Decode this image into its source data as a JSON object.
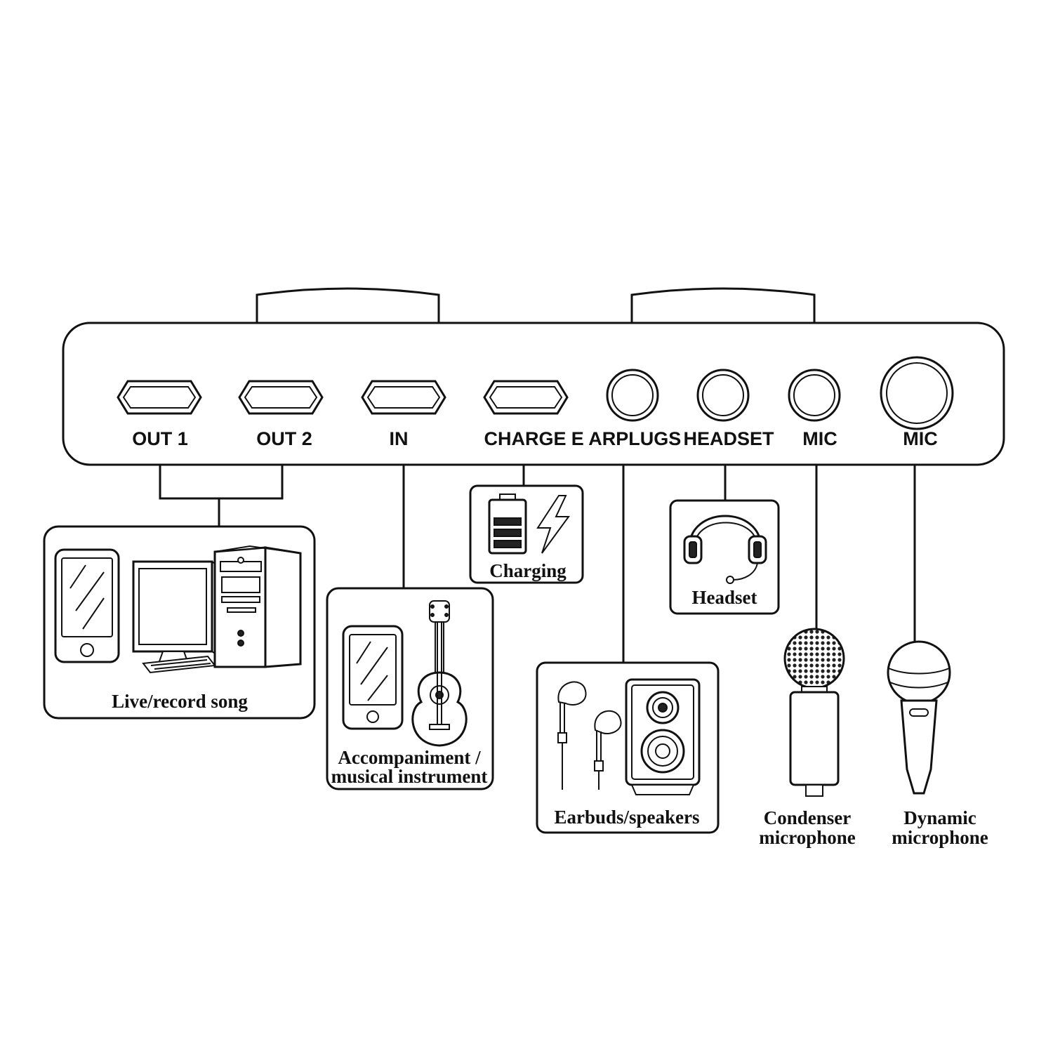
{
  "ports": {
    "out1": "OUT 1",
    "out2": "OUT 2",
    "in": "IN",
    "charge": "CHARGE",
    "earplugs": "E ARPLUGS",
    "headset": "HEADSET",
    "mic1": "MIC",
    "mic2": "MIC"
  },
  "devices": {
    "live_record": "Live/record song",
    "accompaniment_line1": "Accompaniment /",
    "accompaniment_line2": "musical instrument",
    "charging": "Charging",
    "headset": "Headset",
    "earbuds_speakers": "Earbuds/speakers",
    "condenser_line1": "Condenser",
    "condenser_line2": "microphone",
    "dynamic_line1": "Dynamic",
    "dynamic_line2": "microphone"
  },
  "icons": [
    "smartphone-icon",
    "monitor-icon",
    "keyboard-icon",
    "pc-tower-icon",
    "guitar-icon",
    "battery-icon",
    "lightning-icon",
    "headphones-icon",
    "earbuds-icon",
    "speaker-icon",
    "condenser-microphone-icon",
    "dynamic-microphone-icon"
  ]
}
